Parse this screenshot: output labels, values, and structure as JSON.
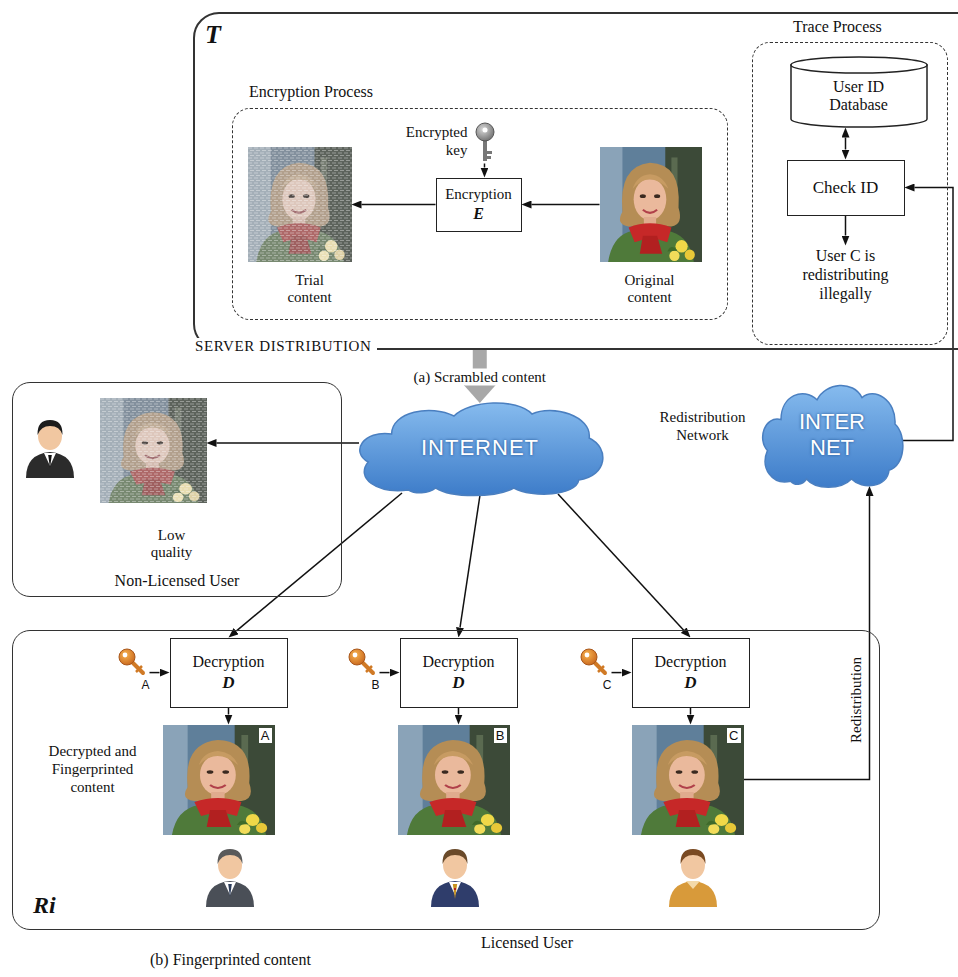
{
  "diagram": {
    "nodes": [
      {
        "text": [
          "T",
          "SERVER DISTRIBUTION"
        ]
      },
      {
        "text": [
          "Encryption Process"
        ],
        "in": 0
      },
      {
        "text": [
          "Encrypted key"
        ],
        "in": 1
      },
      {
        "text": [
          "Encryption",
          "E"
        ],
        "in": 1
      },
      {
        "text": [
          "Trial content"
        ],
        "in": 1
      },
      {
        "text": [
          "Original content"
        ],
        "in": 1
      },
      {
        "text": [
          "Trace Process"
        ],
        "in": 0
      },
      {
        "text": [
          "User ID Database"
        ],
        "in": 6
      },
      {
        "text": [
          "Check ID"
        ],
        "in": 6
      },
      {
        "text": [
          "User C is redistributing illegally"
        ],
        "in": 6
      },
      {
        "text": [
          "INTERNET"
        ]
      },
      {
        "text": [
          "Non-Licensed User"
        ]
      },
      {
        "text": [
          "Low quality"
        ],
        "in": 11
      },
      {
        "text": [
          "INTER NET"
        ]
      },
      {
        "text": [
          "Ri",
          "Licensed User"
        ]
      },
      {
        "text": [
          "A"
        ],
        "in": 14
      },
      {
        "text": [
          "Decryption",
          "D"
        ],
        "in": 14
      },
      {
        "text": [
          "B"
        ],
        "in": 14
      },
      {
        "text": [
          "Decryption",
          "D"
        ],
        "in": 14
      },
      {
        "text": [
          "C"
        ],
        "in": 14
      },
      {
        "text": [
          "Decryption",
          "D"
        ],
        "in": 14
      },
      {
        "text": [
          "A"
        ],
        "in": 14
      },
      {
        "text": [
          "B"
        ],
        "in": 14
      },
      {
        "text": [
          "C"
        ],
        "in": 14
      }
    ],
    "edges": [
      {
        "from": 5,
        "to": 3,
        "arrow": "to"
      },
      {
        "from": 3,
        "to": 4,
        "arrow": "to"
      },
      {
        "from": 2,
        "to": 3,
        "arrow": "to"
      },
      {
        "from": 8,
        "to": 7,
        "arrow": "both"
      },
      {
        "from": 8,
        "to": 9,
        "arrow": "to"
      },
      {
        "from": 0,
        "to": 10,
        "label": "(a) Scrambled content",
        "arrow": "to"
      },
      {
        "from": 10,
        "to": 12,
        "arrow": "to"
      },
      {
        "from": 10,
        "to": 16,
        "arrow": "to"
      },
      {
        "from": 10,
        "to": 18,
        "arrow": "to"
      },
      {
        "from": 10,
        "to": 20,
        "arrow": "to"
      },
      {
        "from": 15,
        "to": 16,
        "arrow": "to"
      },
      {
        "from": 17,
        "to": 18,
        "arrow": "to"
      },
      {
        "from": 19,
        "to": 20,
        "arrow": "to"
      },
      {
        "from": 16,
        "to": 21,
        "arrow": "to"
      },
      {
        "from": 18,
        "to": 22,
        "arrow": "to"
      },
      {
        "from": 20,
        "to": 23,
        "arrow": "to"
      },
      {
        "from": 23,
        "to": 13,
        "label": "Redistribution",
        "arrow": "to"
      },
      {
        "from": 13,
        "to": 8,
        "arrow": "to"
      }
    ],
    "labels": [
      "Redistribution Network",
      "Decrypted and Fingerprinted content",
      "(b) Fingerprinted content"
    ]
  }
}
